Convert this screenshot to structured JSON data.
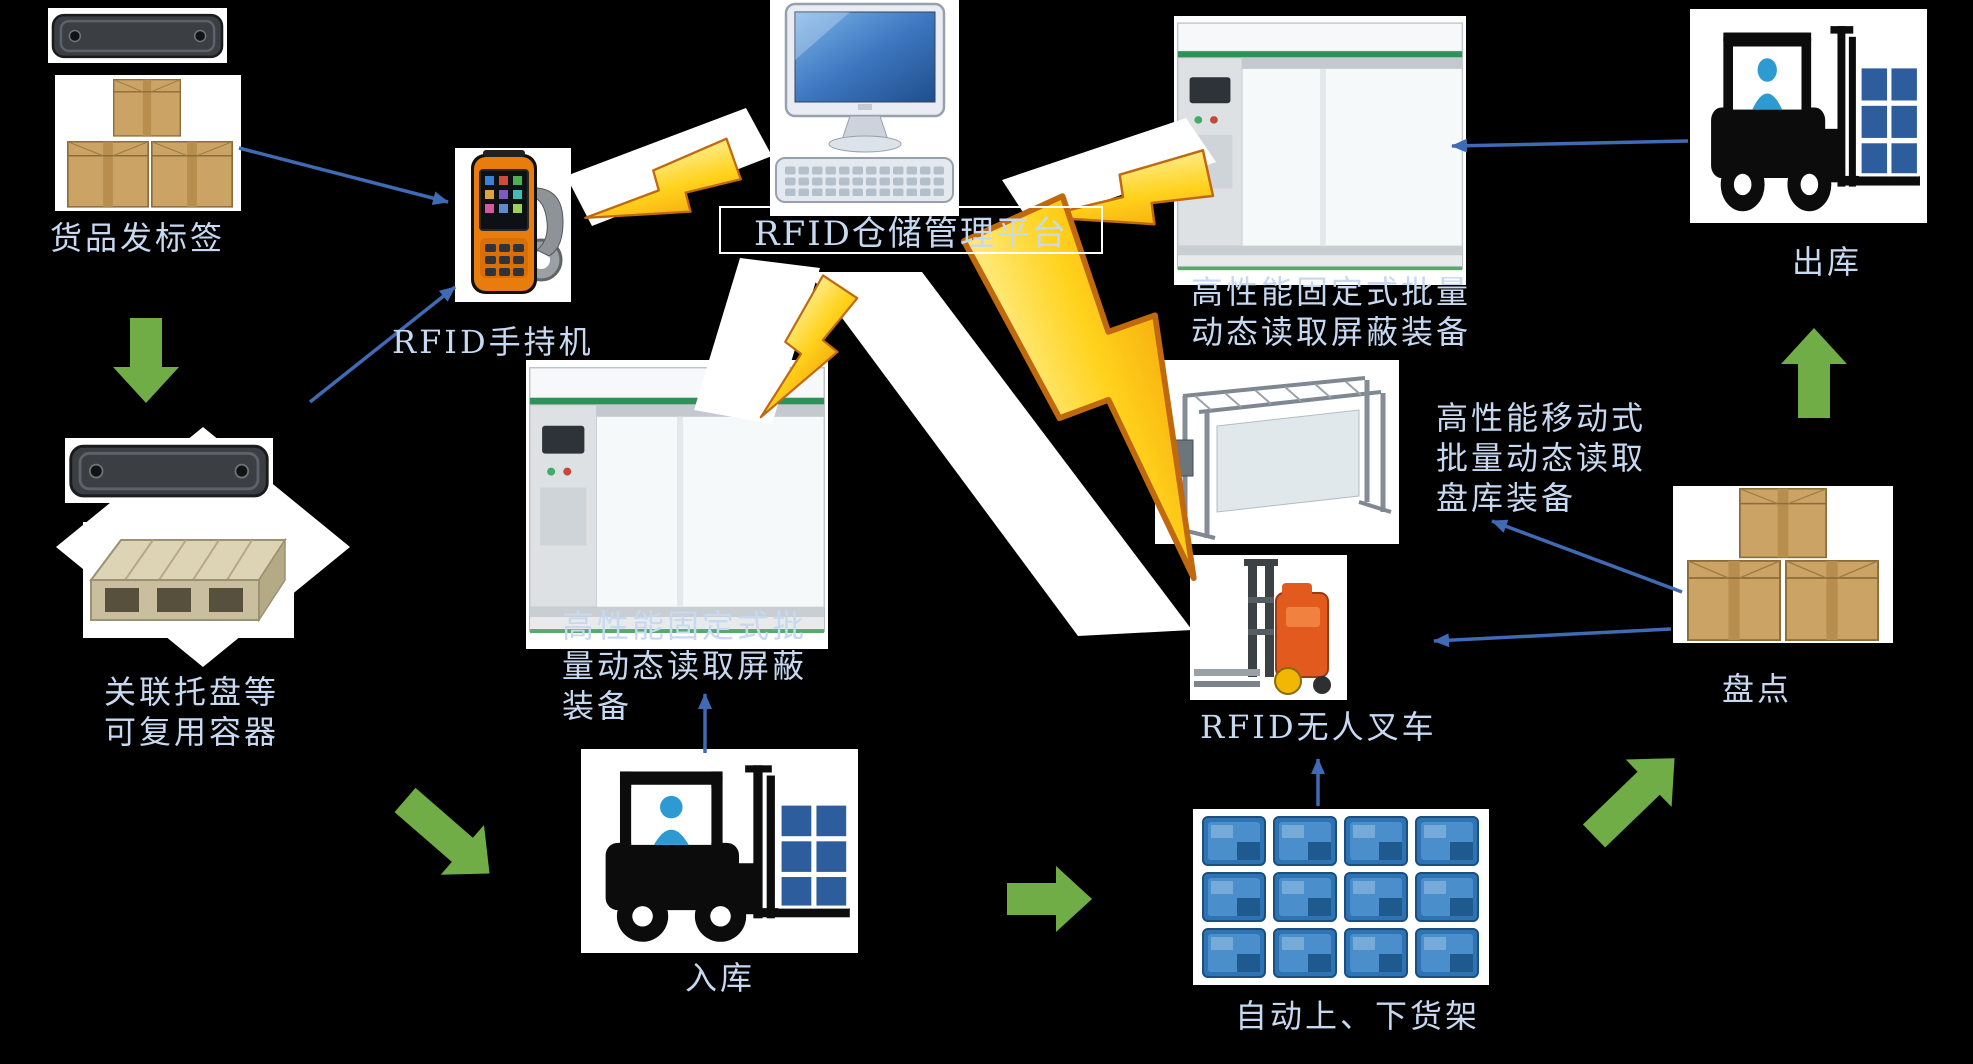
{
  "title": {
    "text": "RFID仓储管理平台"
  },
  "nodes": {
    "goods_tagging": {
      "label": "货品发标签"
    },
    "pallet_container": {
      "line1": "关联托盘等",
      "line2": "可复用容器"
    },
    "handheld": {
      "label": "RFID手持机"
    },
    "gate_center": {
      "line1": "高性能固定式批",
      "line2": "量动态读取屏蔽",
      "line3": "装备"
    },
    "gate_right": {
      "line1": "高性能固定式批量",
      "line2": "动态读取屏蔽装备"
    },
    "outbound": {
      "label": "出库"
    },
    "mobile_reader": {
      "line1": "高性能移动式",
      "line2": "批量动态读取",
      "line3": "盘库装备"
    },
    "agv_forklift": {
      "label": "RFID无人叉车"
    },
    "stocktake": {
      "label": "盘点"
    },
    "inbound": {
      "label": "入库"
    },
    "auto_racks": {
      "label": "自动上、下货架"
    }
  },
  "colors": {
    "background": "#000000",
    "label_text": "#c6d9f1",
    "title_border": "#ffffff",
    "card_background": "#ffffff",
    "process_arrow_green": "#70ad47",
    "link_arrow_blue": "#3f6ab4",
    "lightning_fill": "#ffd21c",
    "lightning_edge": "#c1690f"
  }
}
